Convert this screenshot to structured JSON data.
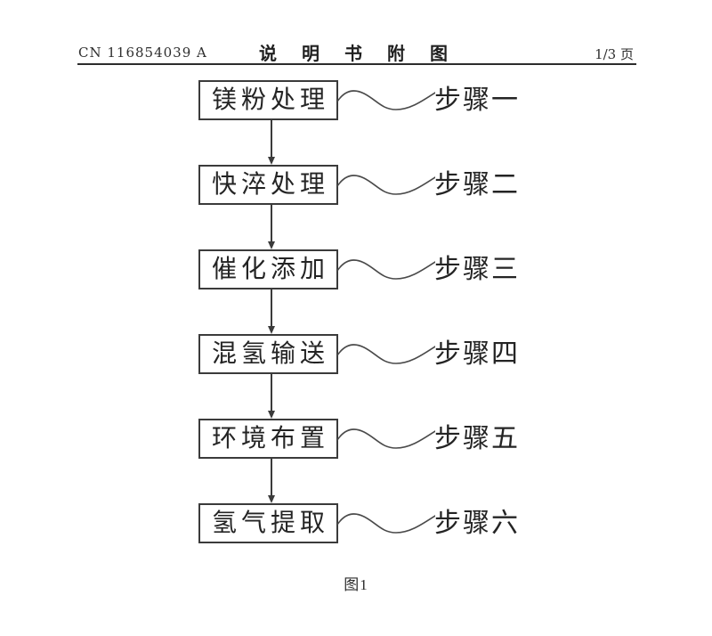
{
  "header": {
    "doc_number": "CN 116854039 A",
    "title": "说  明  书  附  图",
    "page_indicator": "1/3 页"
  },
  "figure": {
    "caption": "图1",
    "line_color": "#3b3b3b",
    "steps": [
      {
        "box_label": "镁粉处理",
        "step_label": "步骤一"
      },
      {
        "box_label": "快淬处理",
        "step_label": "步骤二"
      },
      {
        "box_label": "催化添加",
        "step_label": "步骤三"
      },
      {
        "box_label": "混氢输送",
        "step_label": "步骤四"
      },
      {
        "box_label": "环境布置",
        "step_label": "步骤五"
      },
      {
        "box_label": "氢气提取",
        "step_label": "步骤六"
      }
    ]
  }
}
